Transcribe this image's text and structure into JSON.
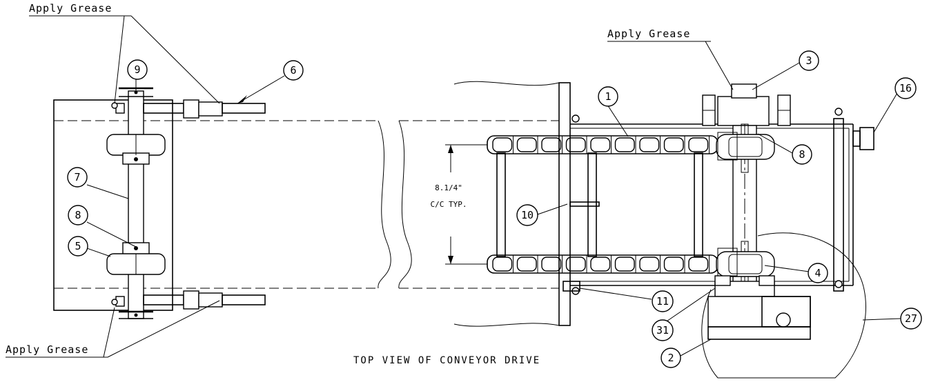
{
  "notes": {
    "apply_grease_top_left": "Apply Grease",
    "apply_grease_top_right": "Apply Grease",
    "apply_grease_bottom_left": "Apply Grease"
  },
  "caption": "TOP VIEW OF CONVEYOR DRIVE",
  "dimension": {
    "line1": "8.1/4\"",
    "line2": "C/C TYP."
  },
  "balloons": {
    "b1": "1",
    "b2": "2",
    "b3": "3",
    "b4": "4",
    "b5": "5",
    "b6": "6",
    "b7": "7",
    "b8a": "8",
    "b8b": "8",
    "b9": "9",
    "b10": "10",
    "b11": "11",
    "b16": "16",
    "b27": "27",
    "b31": "31"
  }
}
